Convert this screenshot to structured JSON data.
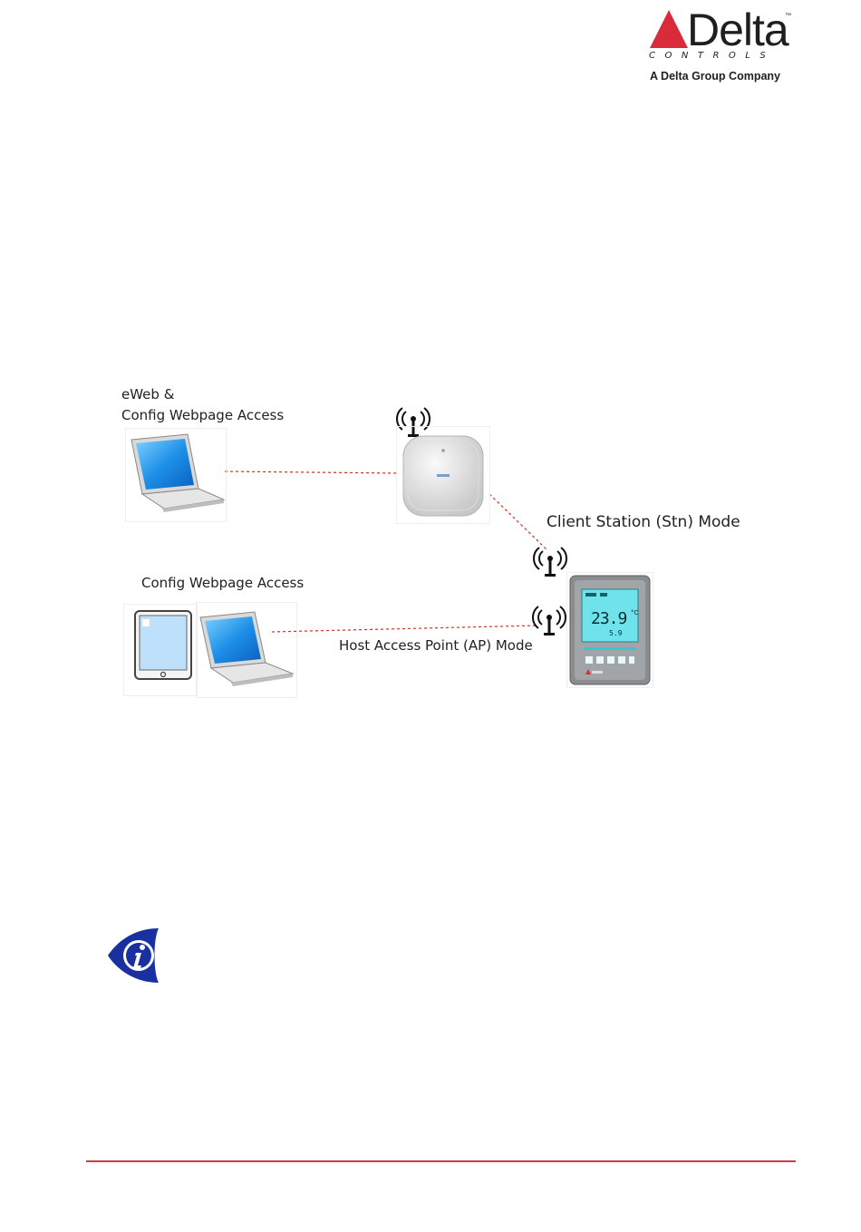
{
  "header": {
    "logo_word": "Delta",
    "logo_tm": "™",
    "logo_sub": "CONTROLS",
    "logo_tagline": "A Delta Group Company"
  },
  "diagram": {
    "label_eweb_line1": "eWeb &",
    "label_eweb_line2": "Config Webpage Access",
    "label_config": "Config Webpage Access",
    "label_client_mode": "Client Station (Stn) Mode",
    "label_host_mode": "Host Access Point (AP) Mode",
    "thermostat_temp": "23.9",
    "thermostat_unit": "°C",
    "thermostat_small": "5.9"
  },
  "colors": {
    "brand_red": "#d92b3a",
    "link_line": "#c0392b",
    "info_blue": "#1a2fa0"
  },
  "icons": [
    "delta-logo-icon",
    "antenna-icon",
    "laptop-icon",
    "tablet-icon",
    "access-point-icon",
    "thermostat-icon",
    "info-icon"
  ]
}
